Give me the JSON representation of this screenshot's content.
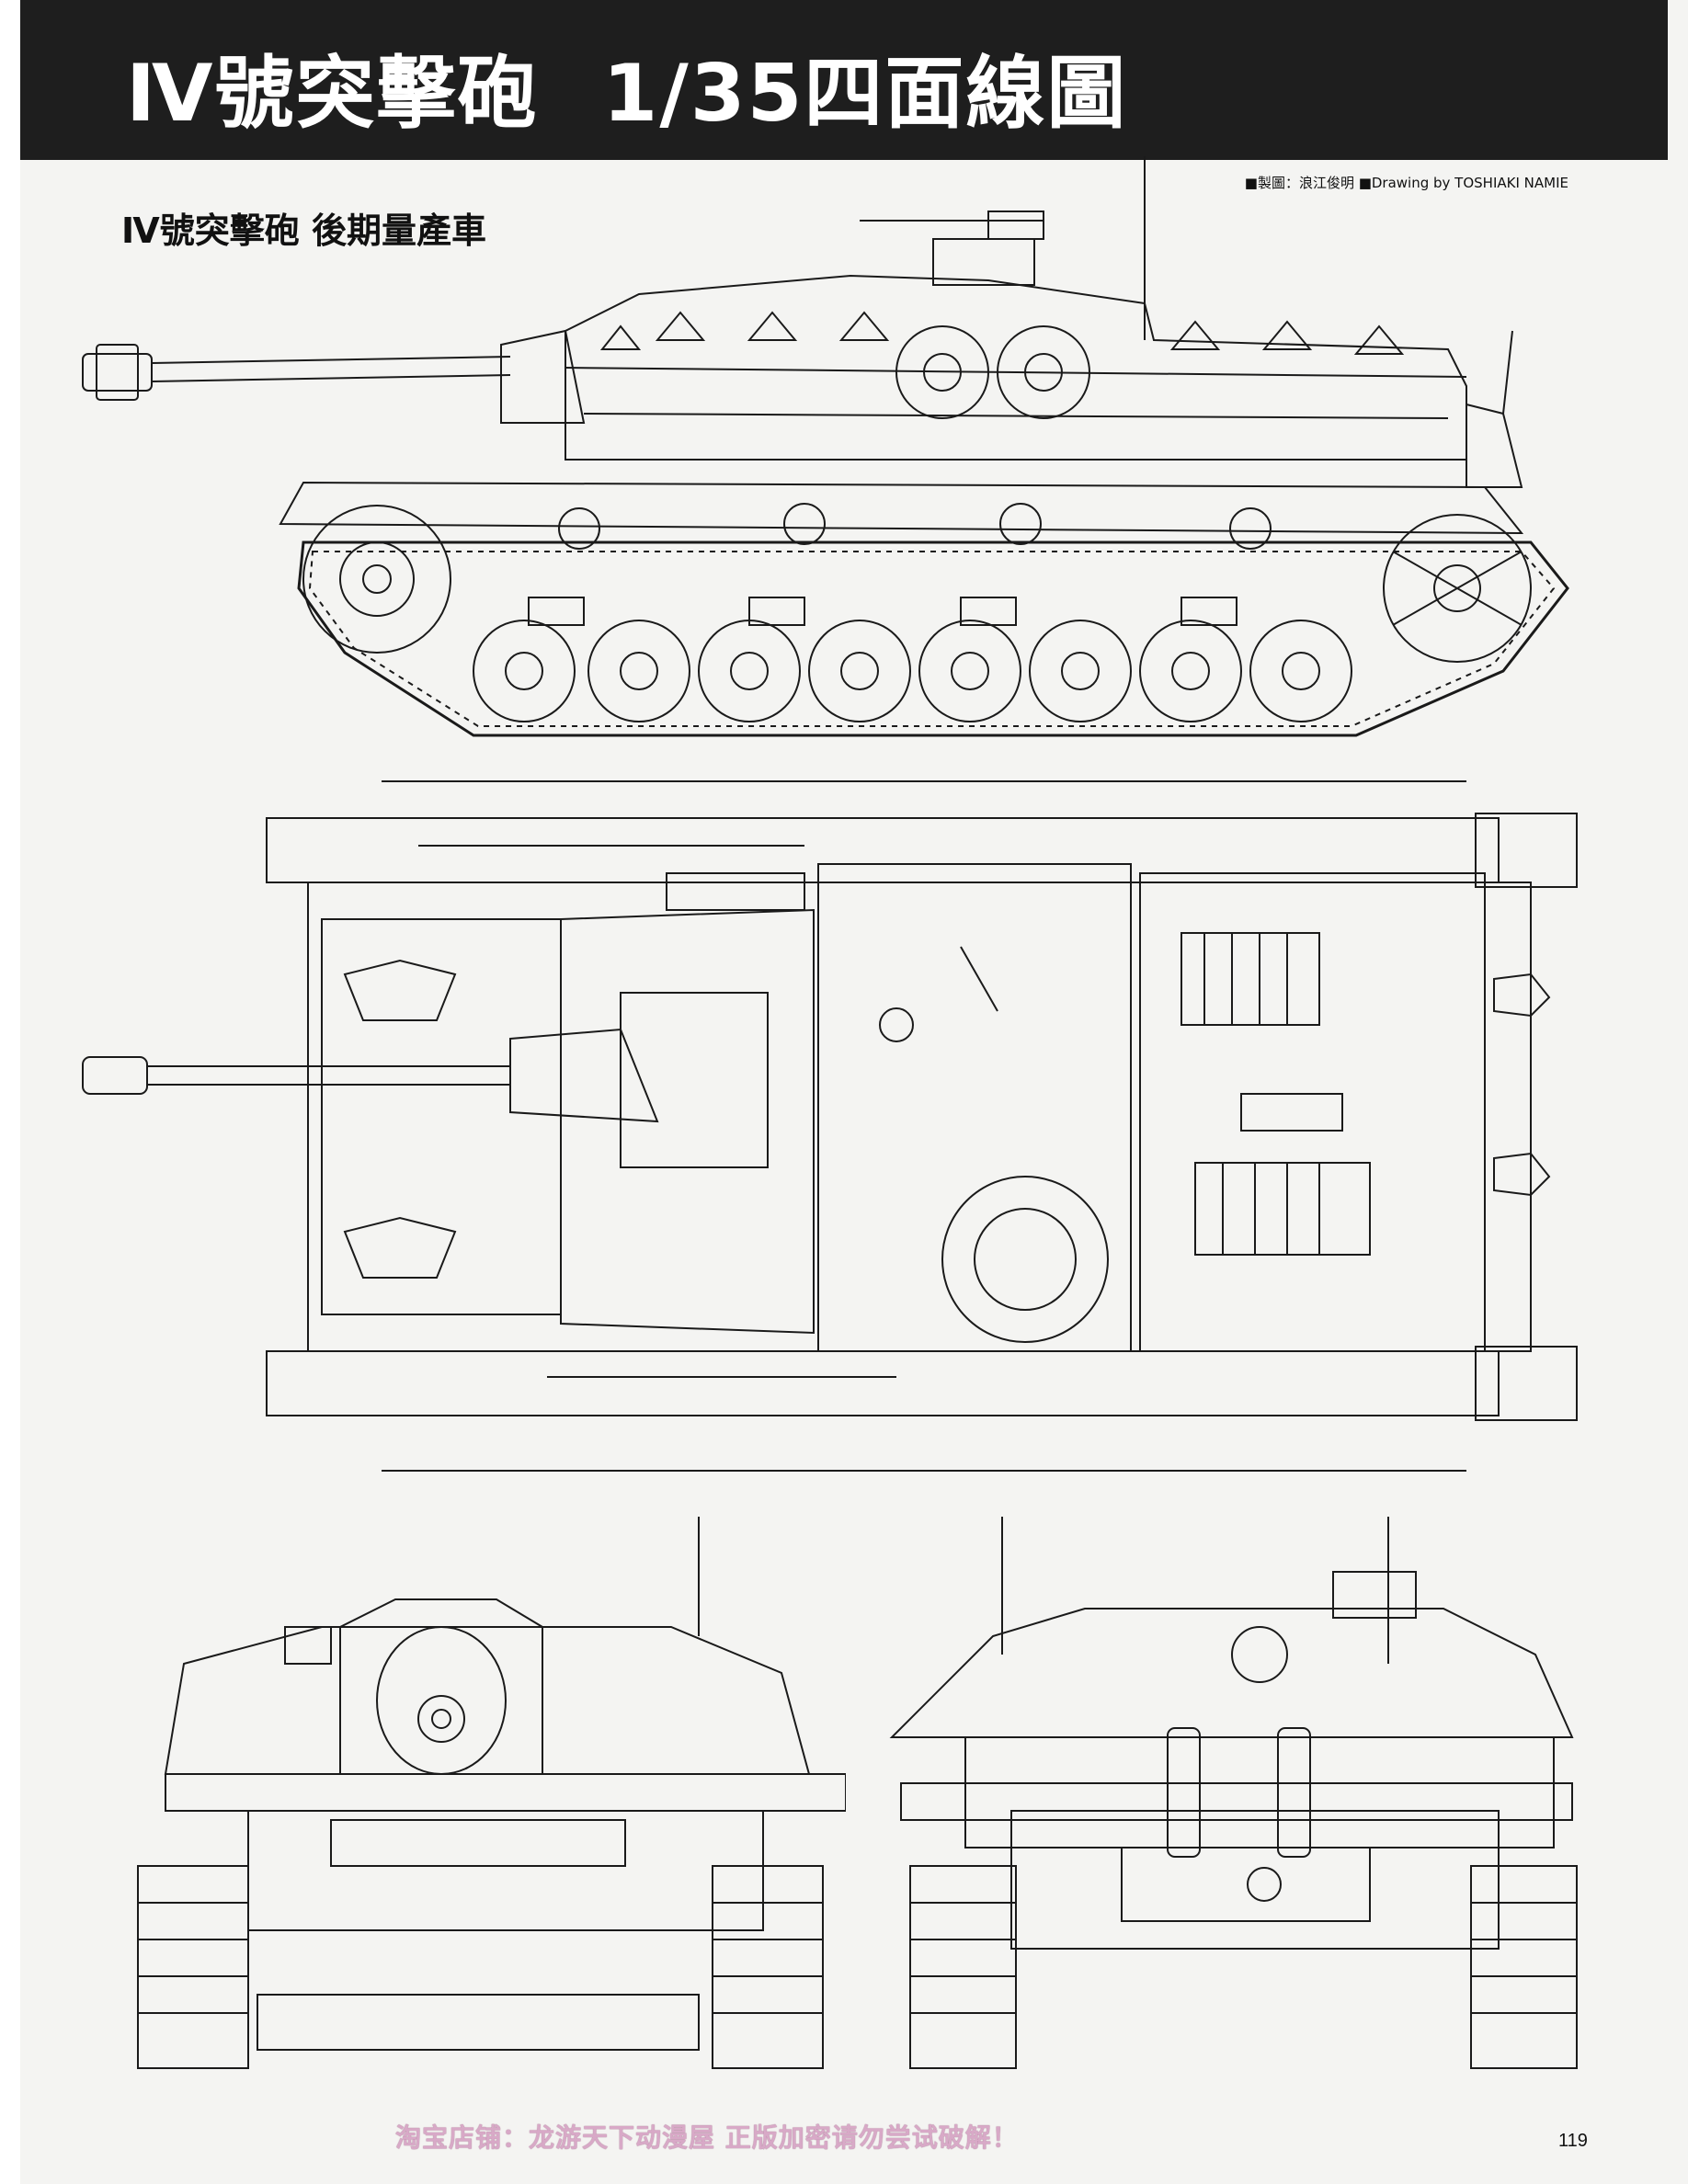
{
  "header": {
    "title_left": "Ⅳ號突擊砲",
    "title_right": "1/35四面線圖"
  },
  "credit": "■製圖：浪江俊明 ■Drawing by TOSHIAKI NAMIE",
  "subtitle": "Ⅳ號突擊砲 後期量產車",
  "watermark": "淘宝店铺：龙游天下动漫屋 正版加密请勿尝试破解！",
  "page_number": "119",
  "colors": {
    "header_bg": "#1e1e1e",
    "line": "#1a1a1a",
    "paper": "#f4f4f2",
    "watermark": "#d8a9c7"
  }
}
